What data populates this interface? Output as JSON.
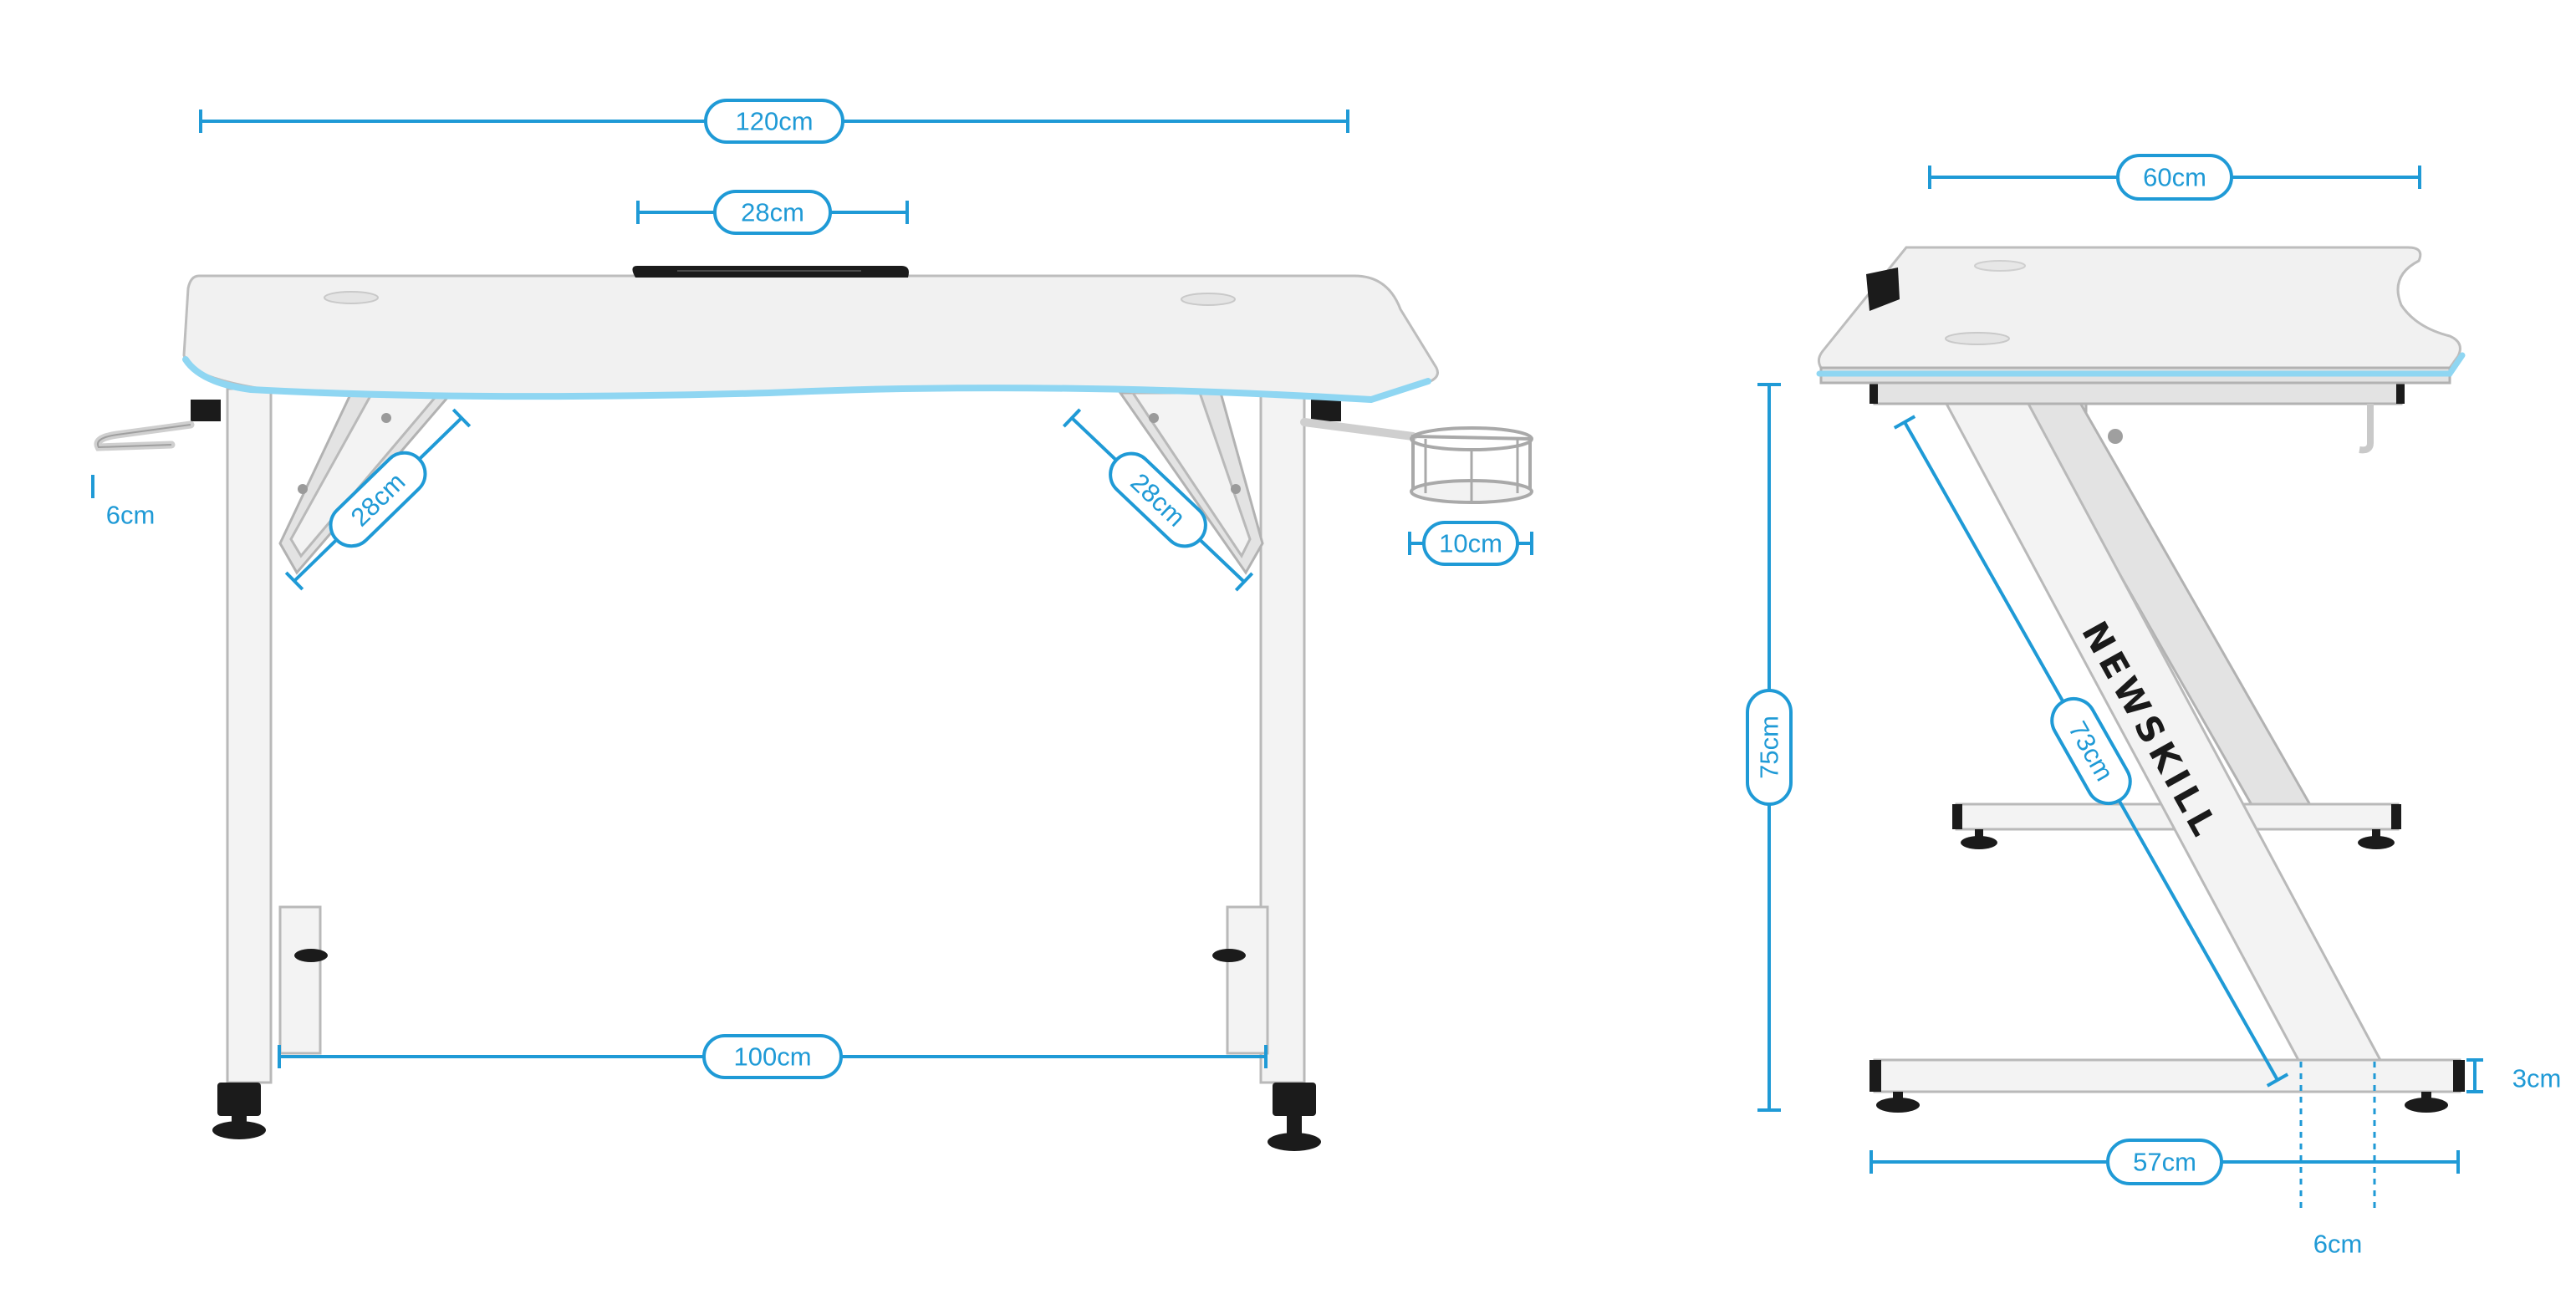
{
  "colors": {
    "dimension": "#1f9ad6",
    "led": "#8fd6f2",
    "frame": "#f3f3f3",
    "frame_stroke": "#b9b9b9",
    "dark": "#1b1b1b"
  },
  "brand": {
    "logo_text": "NEWSKILL"
  },
  "front_view": {
    "width_total": "120cm",
    "cable_tray": "28cm",
    "brace_left": "28cm",
    "brace_right": "28cm",
    "headphone_hook": "6cm",
    "cup_holder": "10cm",
    "leg_span": "100cm"
  },
  "side_view": {
    "depth_top": "60cm",
    "height_total": "75cm",
    "leg_diagonal": "73cm",
    "foot_height": "3cm",
    "base_length": "57cm",
    "leg_width": "6cm"
  }
}
